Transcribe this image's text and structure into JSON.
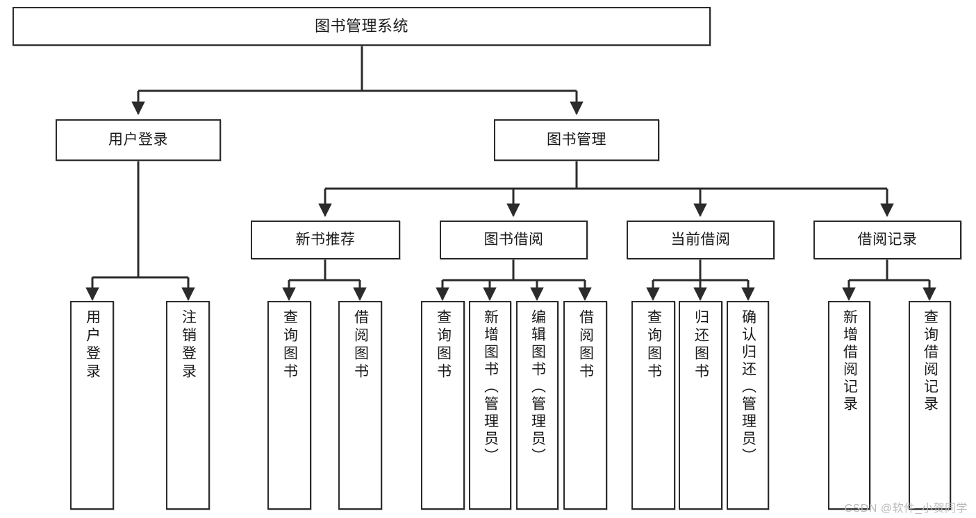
{
  "diagram": {
    "title": "图书管理系统",
    "type": "tree",
    "watermark": "CSDN @软件_小贺同学",
    "stroke_color": "#2b2b2b",
    "fill_color": "#ffffff",
    "text_color": "#1a1a1a",
    "watermark_color": "#b9b9b9"
  },
  "nodes": {
    "root": {
      "label": "图书管理系统"
    },
    "level1": [
      {
        "id": "user-login",
        "label": "用户登录"
      },
      {
        "id": "book-management",
        "label": "图书管理"
      }
    ],
    "level2": [
      {
        "id": "new-book-recommend",
        "label": "新书推荐"
      },
      {
        "id": "book-borrow",
        "label": "图书借阅"
      },
      {
        "id": "current-borrow",
        "label": "当前借阅"
      },
      {
        "id": "borrow-record",
        "label": "借阅记录"
      }
    ],
    "leaves": [
      {
        "id": "leaf-user-login",
        "label": "用户登录",
        "parent": "user-login"
      },
      {
        "id": "leaf-logout-login",
        "label": "注销登录",
        "parent": "user-login"
      },
      {
        "id": "leaf-query-book-1",
        "label": "查询图书",
        "parent": "new-book-recommend"
      },
      {
        "id": "leaf-borrow-book-1",
        "label": "借阅图书",
        "parent": "new-book-recommend"
      },
      {
        "id": "leaf-query-book-2",
        "label": "查询图书",
        "parent": "book-borrow"
      },
      {
        "id": "leaf-add-book",
        "label": "新增图书（管理员）",
        "parent": "book-borrow"
      },
      {
        "id": "leaf-edit-book",
        "label": "编辑图书（管理员）",
        "parent": "book-borrow"
      },
      {
        "id": "leaf-borrow-book-2",
        "label": "借阅图书",
        "parent": "book-borrow"
      },
      {
        "id": "leaf-query-book-3",
        "label": "查询图书",
        "parent": "current-borrow"
      },
      {
        "id": "leaf-return-book",
        "label": "归还图书",
        "parent": "current-borrow"
      },
      {
        "id": "leaf-confirm-return",
        "label": "确认归还（管理员）",
        "parent": "current-borrow"
      },
      {
        "id": "leaf-add-record",
        "label": "新增借阅记录",
        "parent": "borrow-record"
      },
      {
        "id": "leaf-query-record",
        "label": "查询借阅记录",
        "parent": "borrow-record"
      }
    ]
  }
}
